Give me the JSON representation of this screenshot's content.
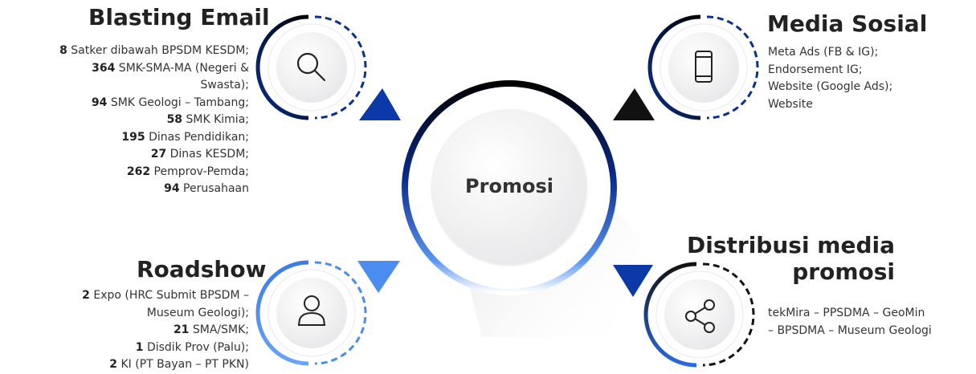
{
  "center": {
    "label": "Promosi"
  },
  "blasting_email": {
    "title": "Blasting Email",
    "icon": "search-icon",
    "items": [
      {
        "num": "8",
        "text": " Satker dibawah BPSDM KESDM;"
      },
      {
        "num": "364",
        "text": " SMK-SMA-MA (Negeri &"
      },
      {
        "num": "",
        "text": "Swasta);"
      },
      {
        "num": "94",
        "text": " SMK Geologi – Tambang;"
      },
      {
        "num": "58",
        "text": " SMK Kimia;"
      },
      {
        "num": "195",
        "text": " Dinas Pendidikan;"
      },
      {
        "num": "27",
        "text": " Dinas KESDM;"
      },
      {
        "num": "262",
        "text": " Pemprov-Pemda;"
      },
      {
        "num": "94",
        "text": " Perusahaan"
      }
    ]
  },
  "media_sosial": {
    "title": "Media Sosial",
    "icon": "smartphone-icon",
    "items": [
      "Meta Ads (FB & IG);",
      "Endorsement IG;",
      "Website (Google Ads);",
      "Website"
    ]
  },
  "roadshow": {
    "title": "Roadshow",
    "icon": "user-icon",
    "items": [
      {
        "num": "2",
        "text": " Expo (HRC Submit BPSDM –"
      },
      {
        "num": "",
        "text": "Museum Geologi);"
      },
      {
        "num": "21",
        "text": " SMA/SMK;"
      },
      {
        "num": "1",
        "text": " Disdik Prov (Palu);"
      },
      {
        "num": "2",
        "text": " KI (PT Bayan – PT PKN)"
      }
    ]
  },
  "distribusi": {
    "title_line1": "Distribusi media",
    "title_line2": "promosi",
    "icon": "share-icon",
    "items": [
      "tekMira – PPSDMA – GeoMin",
      "– BPSDMA – Museum Geologi"
    ]
  },
  "colors": {
    "navy": "#0a2f8c",
    "black": "#111111",
    "light_blue": "#4a8cf0",
    "royal_blue": "#0b3aa8"
  }
}
